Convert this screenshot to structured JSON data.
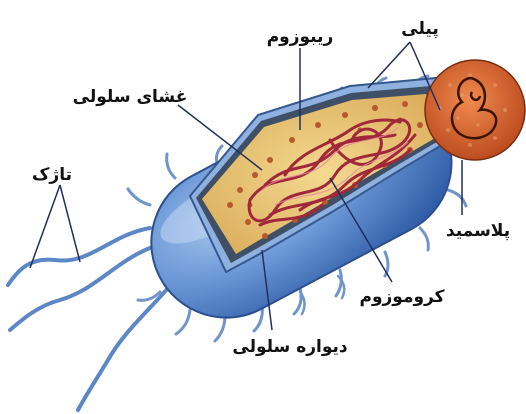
{
  "labels": {
    "pili": "پیلی",
    "ribosome": "ریبوزوم",
    "cell_membrane": "غشای سلولی",
    "flagellum": "تاژک",
    "plasmid": "پلاسمید",
    "chromosome": "کروموزوم",
    "cell_wall": "دیواره سلولی"
  },
  "colors": {
    "cell_body": "#4f7ecb",
    "cell_highlight": "#9fc2ee",
    "cytoplasm": "#e9c77a",
    "chromosome": "#a0283a",
    "plasmid_bg": "#d46a35",
    "leader_line": "#1f2f60"
  }
}
